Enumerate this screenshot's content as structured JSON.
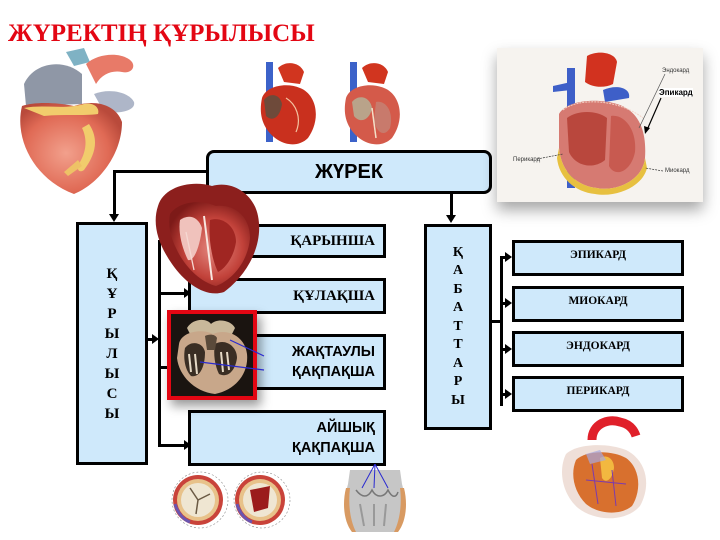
{
  "title": "ЖҮРЕКТІҢ ҚҰРЫЛЫСЫ",
  "colors": {
    "title": "#e30613",
    "box_fill": "#cfe9fb",
    "box_border": "#000000",
    "frame_red": "#e30613"
  },
  "root": {
    "label": "ЖҮРЕК"
  },
  "structure": {
    "label_letters": [
      "Қ",
      "Ұ",
      "Р",
      "Ы",
      "Л",
      "Ы",
      "С",
      "Ы"
    ],
    "label": "ҚҰРЫЛЫСЫ",
    "parts": [
      {
        "label": "ҚАРЫНША"
      },
      {
        "label": "ҚҰЛАҚША"
      },
      {
        "label_line1": "ЖАҚТАУЛЫ",
        "label_line2": "ҚАҚПАҚША"
      },
      {
        "label_line1": "АЙШЫҚ",
        "label_line2": "ҚАҚПАҚША"
      }
    ]
  },
  "layers": {
    "label_letters": [
      "Қ",
      "А",
      "Б",
      "А",
      "Т",
      "Т",
      "А",
      "Р",
      "Ы"
    ],
    "label": "ҚАБАТТАРЫ",
    "items": [
      {
        "label": "ЭПИКАРД"
      },
      {
        "label": "МИОКАРД"
      },
      {
        "label": "ЭНДОКАРД"
      },
      {
        "label": "ПЕРИКАРД"
      }
    ]
  },
  "photo": {
    "labels": {
      "endocard": "Эндокард",
      "epicard": "Эпикард",
      "pericard": "Перикард",
      "miocard": "Миокард"
    }
  },
  "images": {
    "heart_external_topleft": "heart-external-illustration",
    "heart_pair_top": [
      "heart-exterior-small",
      "heart-section-small"
    ],
    "heart_section_large": "heart-ventricle-section",
    "heart_valves_framed": "heart-valves-section",
    "semilunar_valves": [
      "aortic-valve-closed",
      "aortic-valve-open"
    ],
    "valve_cusps": "semilunar-valve-cusps",
    "heart_pericardium": "heart-pericardium-illustration"
  }
}
